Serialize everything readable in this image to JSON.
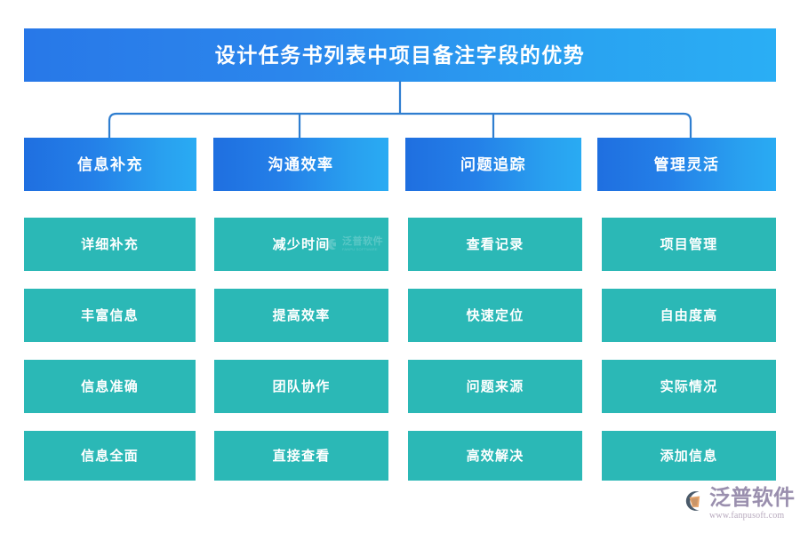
{
  "diagram": {
    "title": "设计任务书列表中项目备注字段的优势",
    "colors": {
      "title_gradient_start": "#2878e8",
      "title_gradient_end": "#2aaef4",
      "category_gradient_start": "#1f6fe0",
      "category_gradient_end": "#29abf3",
      "leaf_fill": "#2bb8b6",
      "connector_line": "#2f7ed0",
      "logo_text": "#9a8fae",
      "logo_url": "#b7a9bd",
      "logo_mark_dark": "#4a5a6a",
      "logo_mark_accent": "#e6a36a",
      "background": "#ffffff"
    },
    "columns": [
      {
        "category": "信息补充",
        "leaves": [
          "详细补充",
          "丰富信息",
          "信息准确",
          "信息全面"
        ]
      },
      {
        "category": "沟通效率",
        "leaves": [
          "减少时间",
          "提高效率",
          "团队协作",
          "直接查看"
        ]
      },
      {
        "category": "问题追踪",
        "leaves": [
          "查看记录",
          "快速定位",
          "问题来源",
          "高效解决"
        ]
      },
      {
        "category": "管理灵活",
        "leaves": [
          "项目管理",
          "自由度高",
          "实际情况",
          "添加信息"
        ]
      }
    ]
  },
  "watermark": {
    "brand": "泛普软件",
    "url": "FANPU SOFTWARE"
  },
  "logo": {
    "brand": "泛普软件",
    "url": "www.fanpusoft.com"
  }
}
